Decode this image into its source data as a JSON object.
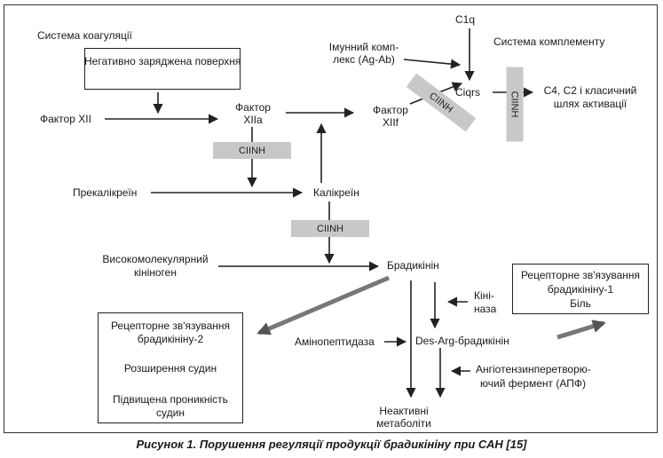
{
  "labels": {
    "coag_system": "Система коагуляції",
    "neg_surface": "Негативно заряджена поверхня",
    "factor_xii": "Фактор XII",
    "factor_xiia_1": "Фактор",
    "factor_xiia_2": "XIIa",
    "factor_xiif_1": "Фактор",
    "factor_xiif_2": "XIIf",
    "c1q": "C1q",
    "complement_system": "Система комплементу",
    "immune_complex_1": "Імунний комп-",
    "immune_complex_2": "лекс (Ag-Ab)",
    "ciqrs": "Ciqrs",
    "c4c2_1": "C4, C2 і класичний",
    "c4c2_2": "шлях активації",
    "prekallikrein": "Прекалікреїн",
    "kallikrein": "Калікреїн",
    "hmw_kininogen_1": "Високомолекулярний",
    "hmw_kininogen_2": "кініноген",
    "bradykinin": "Брадикінін",
    "kininase_1": "Кіні-",
    "kininase_2": "наза",
    "aminopeptidase": "Амінопептидаза",
    "des_arg": "Des-Arg-брадикінін",
    "ace_1": "Ангіотензинперетворю-",
    "ace_2": "ючий фермент (АПФ)",
    "inactive_1": "Неактивні",
    "inactive_2": "метаболіти",
    "b2_box_1": "Рецепторне зв'язування",
    "b2_box_2": "брадикініну-2",
    "b2_box_3": "Розширення судин",
    "b2_box_4": "Підвищена проникність",
    "b2_box_5": "судин",
    "b1_box_1": "Рецепторне зв'язування",
    "b1_box_2": "брадикініну-1",
    "b1_box_3": "Біль"
  },
  "inhibitor_label": "CIINH",
  "inhibitors": [
    "CIINH",
    "CIINH",
    "CIINH",
    "CIINH"
  ],
  "caption": "Рисунок 1. Порушення регуляції продукції брадикініну при САН [15]",
  "colors": {
    "inhibitor_bar": "#c8c8c8",
    "arrow": "#222222",
    "thick_arrow": "#777777"
  }
}
